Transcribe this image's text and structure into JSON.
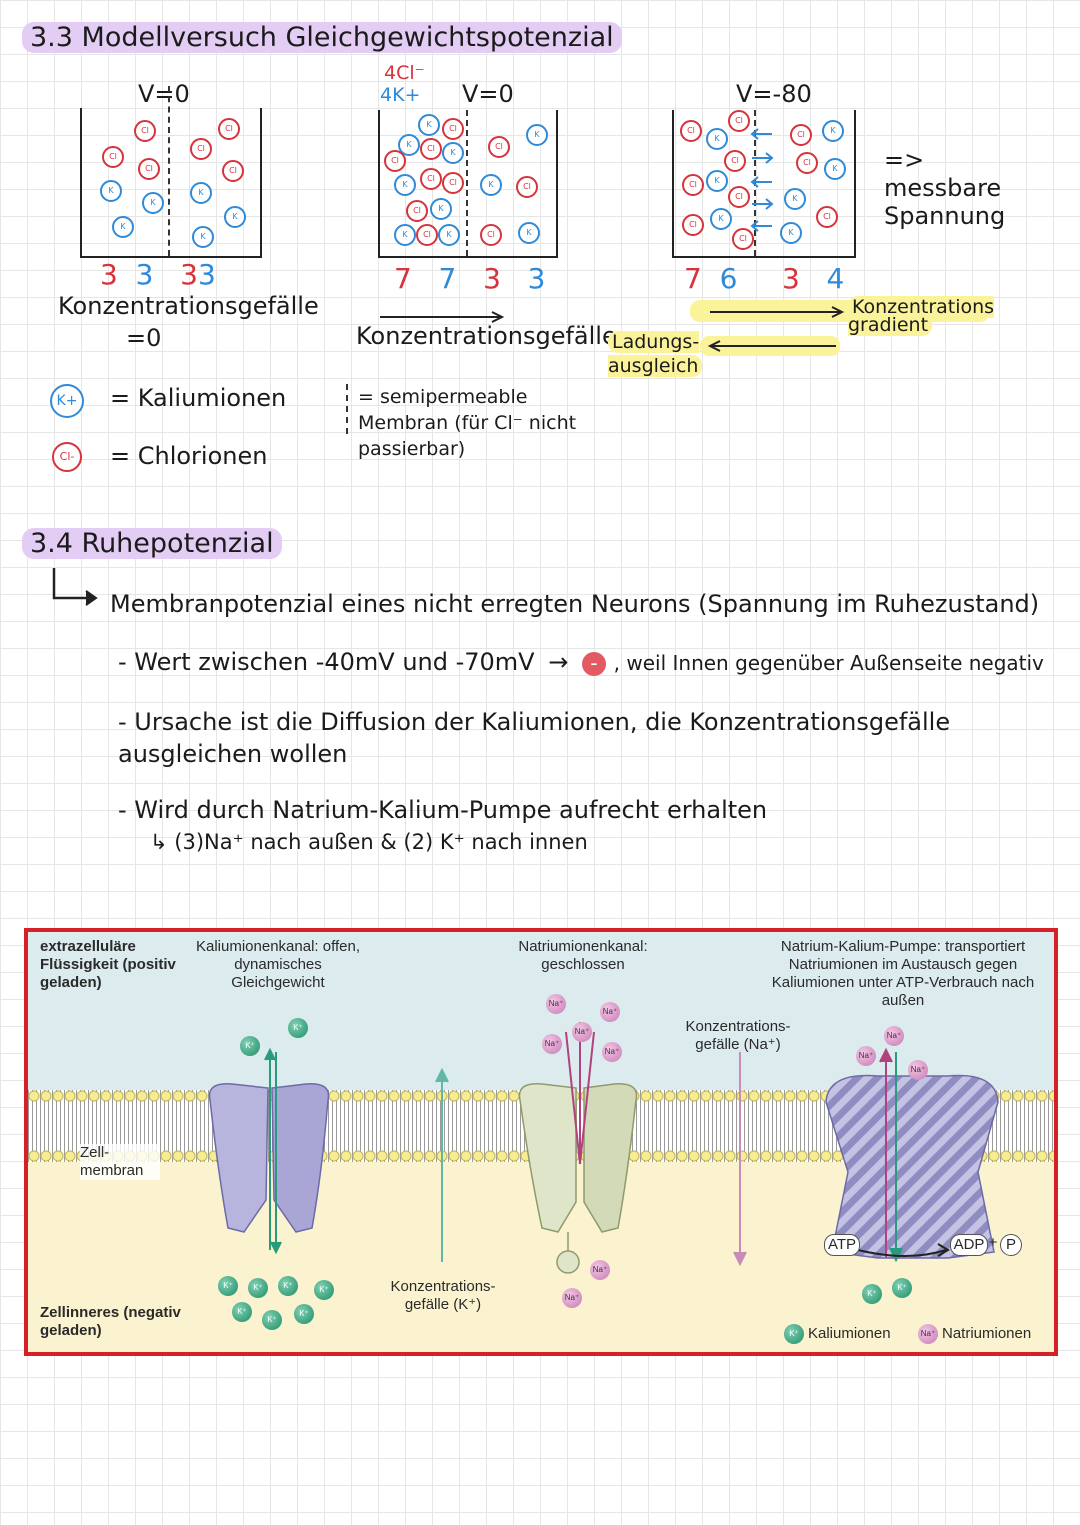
{
  "section33": {
    "title": "3.3 Modellversuch Gleichgewichtspotenzial",
    "box1": {
      "voltage": "V=0",
      "counts": [
        "3",
        "3",
        "3",
        "3"
      ],
      "caption1": "Konzentrationsgefälle",
      "caption2": "=0"
    },
    "box2": {
      "top_cl": "4Cl⁻",
      "top_k": "4K+",
      "voltage": "V=0",
      "counts": [
        "7",
        "7",
        "3",
        "3"
      ],
      "caption": "Konzentrationsgefälle"
    },
    "box3": {
      "voltage": "V=-80",
      "counts": [
        "7",
        "6",
        "3",
        "4"
      ],
      "result": "=> messbare Spannung",
      "gradient_label": "Konzentrations gradient",
      "charge_label": "Ladungs- ausgleich"
    },
    "legend": {
      "k_symbol": "K+",
      "k_text": "= Kaliumionen",
      "cl_symbol": "Cl-",
      "cl_text": "= Chlorionen",
      "membrane_text": "= semipermeable Membran (für Cl⁻ nicht passierbar)"
    }
  },
  "section34": {
    "title": "3.4 Ruhepotenzial",
    "definition": "Membranpotenzial eines nicht erregten Neurons (Spannung im Ruhezustand)",
    "bullet1_a": "- Wert zwischen -40mV und -70mV",
    "bullet1_sign": "-",
    "bullet1_b": ", weil Innen gegenüber Außenseite negativ",
    "bullet2": "- Ursache ist die Diffusion der Kaliumionen, die Konzentrationsgefälle ausgleichen wollen",
    "bullet3": "- Wird durch Natrium-Kalium-Pumpe aufrecht erhalten",
    "bullet3_sub": "(3)Na⁺ nach außen & (2) K⁺ nach innen"
  },
  "figure": {
    "extracellular": "extrazelluläre Flüssigkeit (positiv geladen)",
    "membrane": "Zell- membran",
    "intracellular": "Zellinneres (negativ geladen)",
    "k_channel": "Kaliumionenkanal: offen, dynamisches Gleichgewicht",
    "na_channel": "Natriumionenkanal: geschlossen",
    "pump": "Natrium-Kalium-Pumpe: transportiert Natriumionen im Austausch gegen Kaliumionen unter ATP-Verbrauch nach außen",
    "grad_na": "Konzentrations- gefälle (Na⁺)",
    "grad_k": "Konzentrations- gefälle (K⁺)",
    "atp": "ATP",
    "adp": "ADP",
    "plus": "+",
    "p": "P",
    "k_sym": "K⁺",
    "na_sym": "Na⁺",
    "legend_k": "Kaliumionen",
    "legend_na": "Natriumionen",
    "colors": {
      "k": "#1f8c66",
      "na": "#c77bb3",
      "frame": "#d62027"
    }
  }
}
